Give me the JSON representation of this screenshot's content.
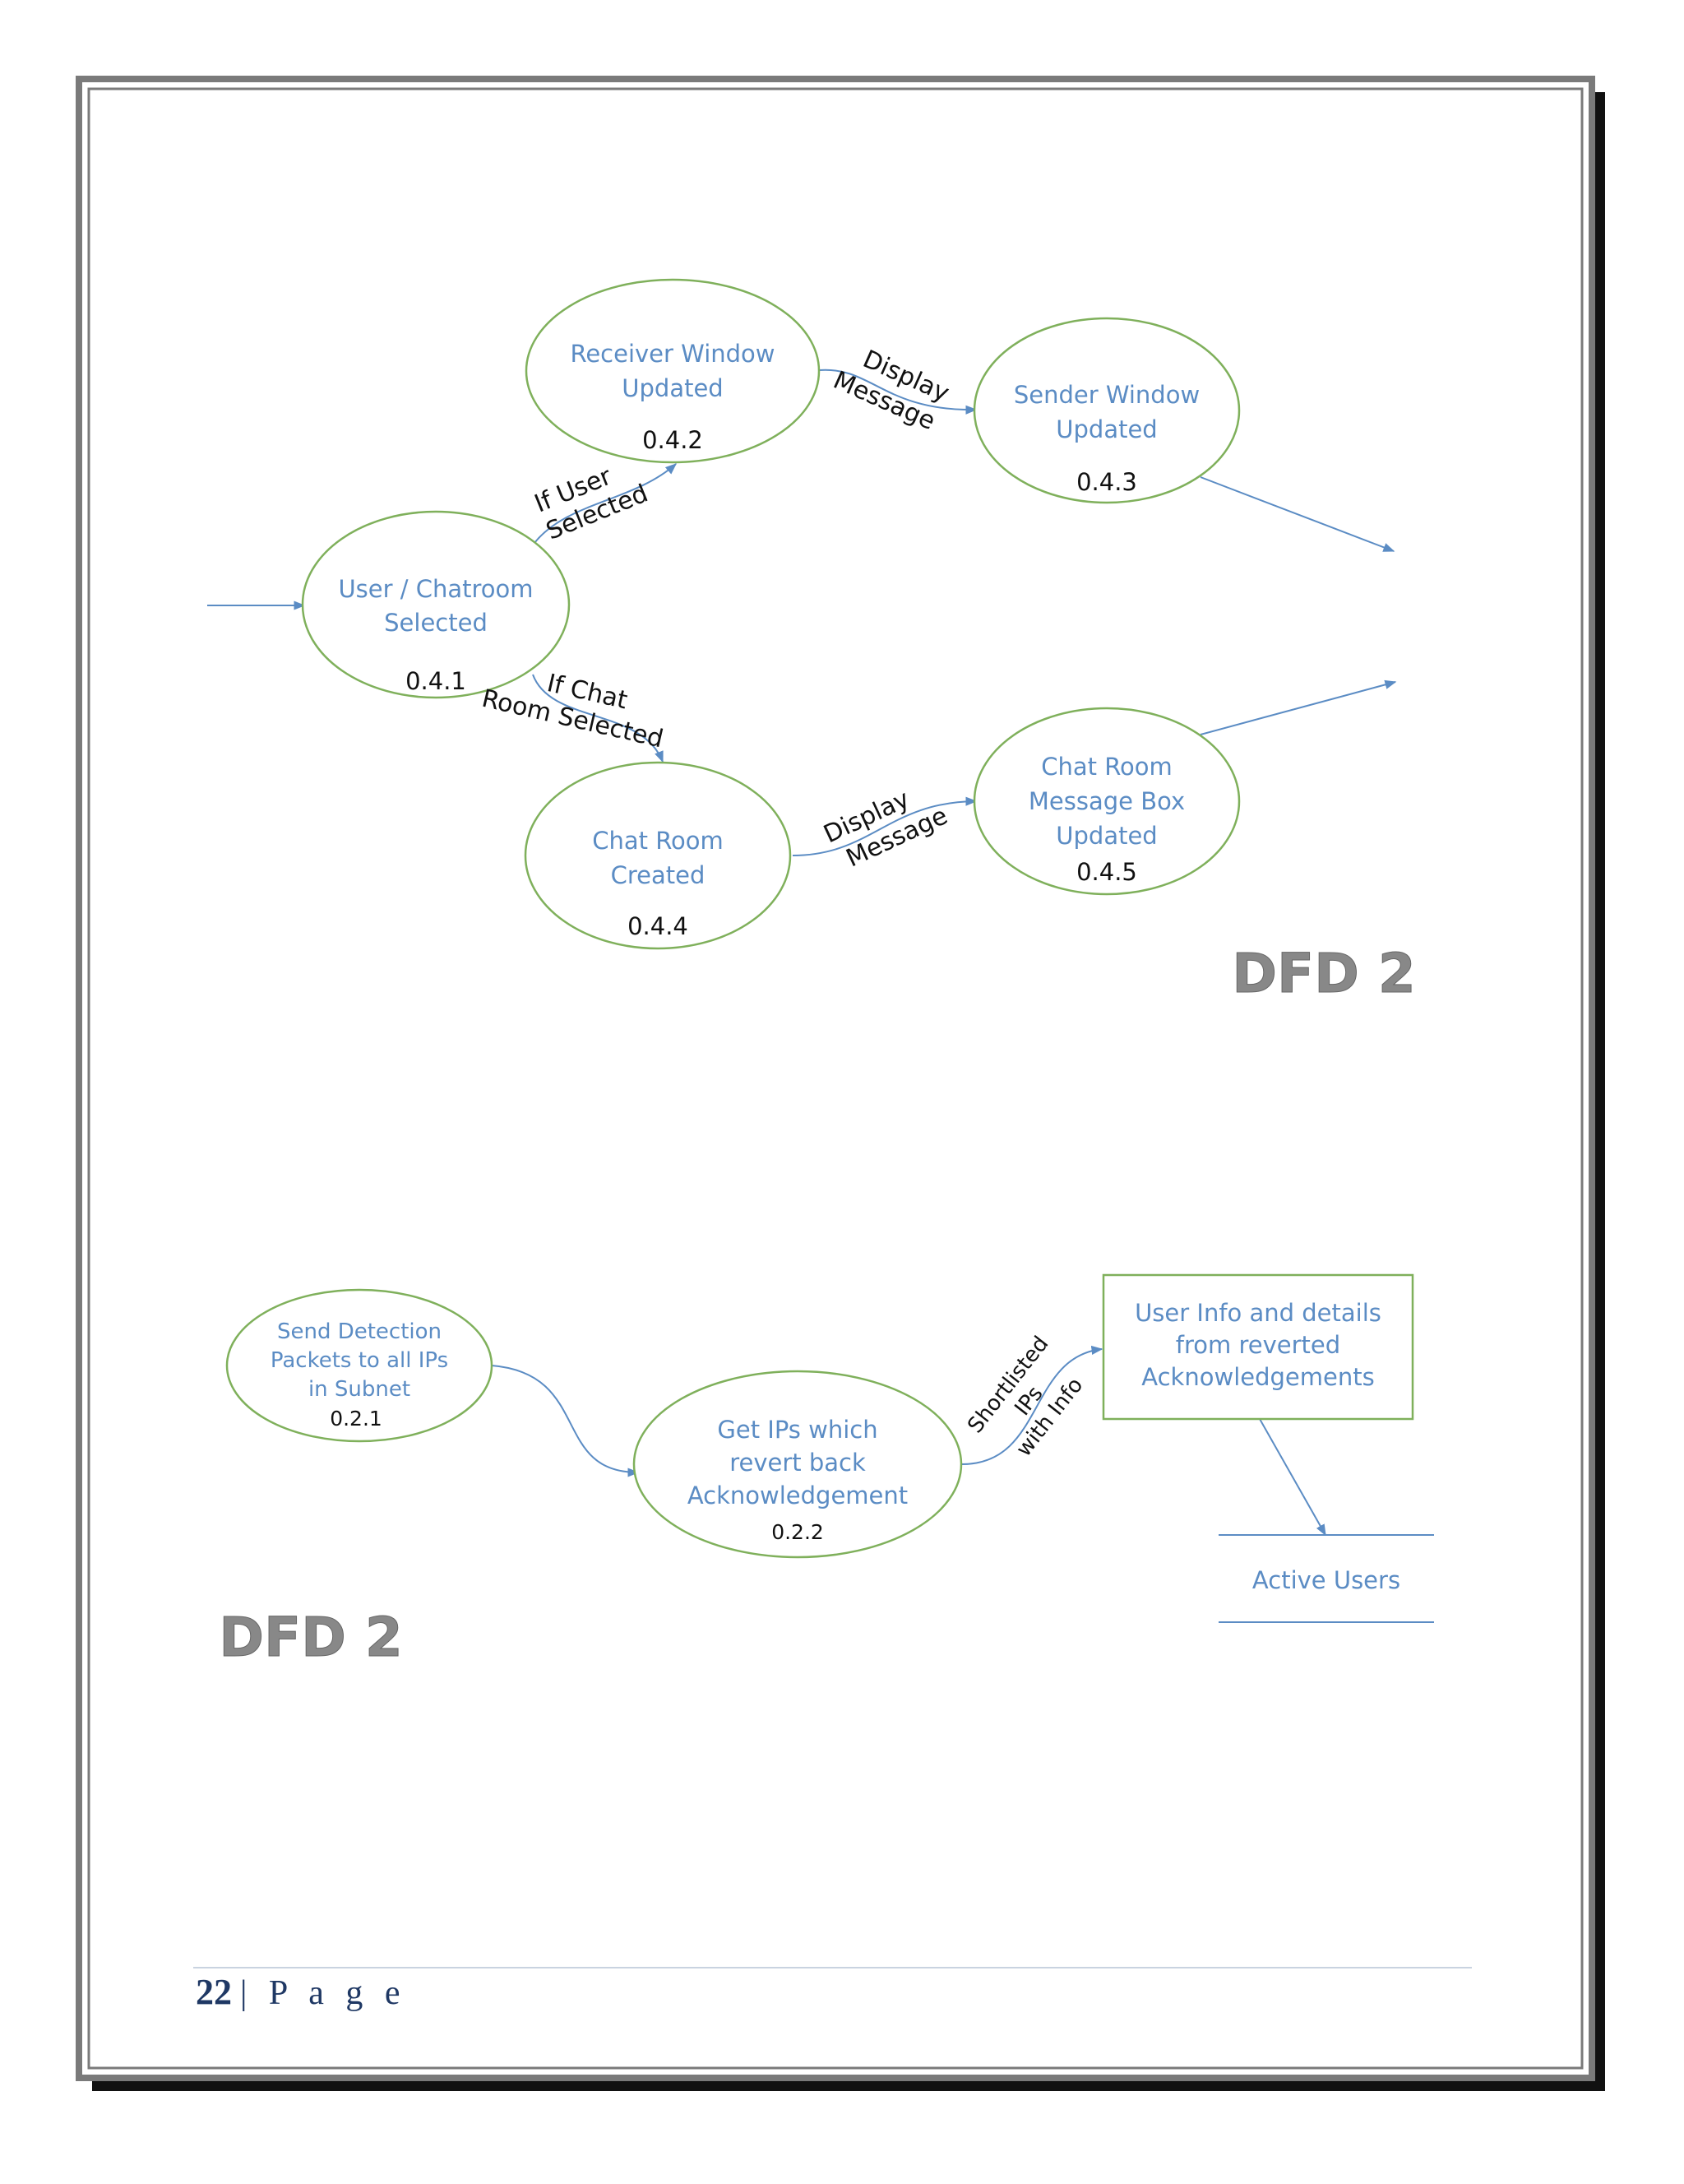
{
  "dfd_top": {
    "title": "DFD 2",
    "processes": {
      "p041": {
        "lines": [
          "User / Chatroom",
          "Selected"
        ],
        "code": "0.4.1"
      },
      "p042": {
        "lines": [
          "Receiver Window",
          "Updated"
        ],
        "code": "0.4.2"
      },
      "p043": {
        "lines": [
          "Sender Window",
          "Updated"
        ],
        "code": "0.4.3"
      },
      "p044": {
        "lines": [
          "Chat Room",
          "Created"
        ],
        "code": "0.4.4"
      },
      "p045": {
        "lines": [
          "Chat Room",
          "Message Box",
          "Updated"
        ],
        "code": "0.4.5"
      }
    },
    "flows": {
      "if_user": [
        "If User",
        "Selected"
      ],
      "if_chat": [
        "If Chat",
        "Room Selected"
      ],
      "display_top": [
        "Display",
        "Message"
      ],
      "display_bottom": [
        "Display",
        "Message"
      ]
    }
  },
  "dfd_bottom": {
    "title": "DFD 2",
    "processes": {
      "p021": {
        "lines": [
          "Send Detection",
          "Packets to all IPs",
          "in Subnet"
        ],
        "code": "0.2.1"
      },
      "p022": {
        "lines": [
          "Get IPs which",
          "revert back",
          "Acknowledgement"
        ],
        "code": "0.2.2"
      }
    },
    "entity": {
      "lines": [
        "User Info and details",
        "from reverted",
        "Acknowledgements"
      ]
    },
    "datastore": {
      "label": "Active Users"
    },
    "flows": {
      "shortlisted": [
        "Shortlisted",
        "IPs",
        "with Info"
      ]
    }
  },
  "footer": {
    "page_number": "22",
    "page_label": "| P a g e"
  }
}
